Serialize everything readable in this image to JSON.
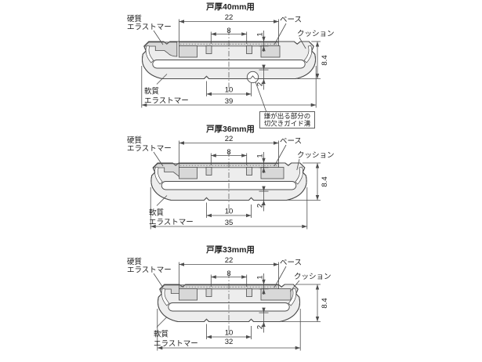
{
  "figure": {
    "background": "#ffffff",
    "line_color": "#4d4d4d",
    "soft_fill": "#ededed",
    "hard_fill": "#d8d8d8",
    "texture_color": "#8a8a8a",
    "text_color": "#222222"
  },
  "labels": {
    "hard_line1": "硬質",
    "hard_line2": "エラストマー",
    "soft_line1": "軟質",
    "soft_line2": "エラストマー",
    "base": "ベース",
    "cushion": "クッション"
  },
  "dimensions": {
    "top_width": "22",
    "inner_width": "8",
    "base_thickness": "1",
    "height": "8.4",
    "bottom_width": "10",
    "groove_depth": "2"
  },
  "callout": {
    "line1": "鎌が出る部分の",
    "line2": "切欠きガイド溝"
  },
  "diagrams": [
    {
      "title": "戸厚40mm用",
      "total_width": "39"
    },
    {
      "title": "戸厚36mm用",
      "total_width": "35"
    },
    {
      "title": "戸厚33mm用",
      "total_width": "32"
    }
  ]
}
